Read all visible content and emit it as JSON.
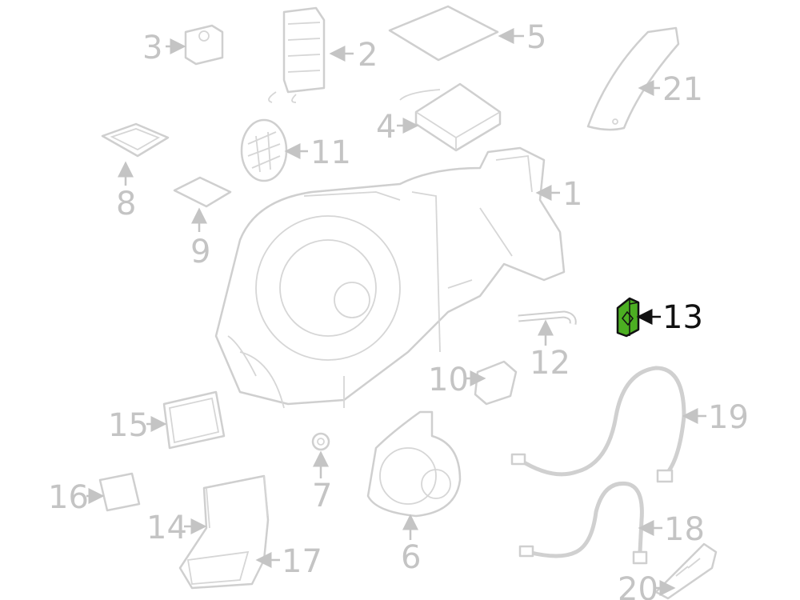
{
  "diagram": {
    "highlight_color": "#4caf22",
    "highlighted_part": "13",
    "labels": {
      "p1": "1",
      "p2": "2",
      "p3": "3",
      "p4": "4",
      "p5": "5",
      "p6": "6",
      "p7": "7",
      "p8": "8",
      "p9": "9",
      "p10": "10",
      "p11": "11",
      "p12": "12",
      "p13": "13",
      "p14": "14",
      "p15": "15",
      "p16": "16",
      "p17": "17",
      "p18": "18",
      "p19": "19",
      "p20": "20",
      "p21": "21"
    }
  }
}
